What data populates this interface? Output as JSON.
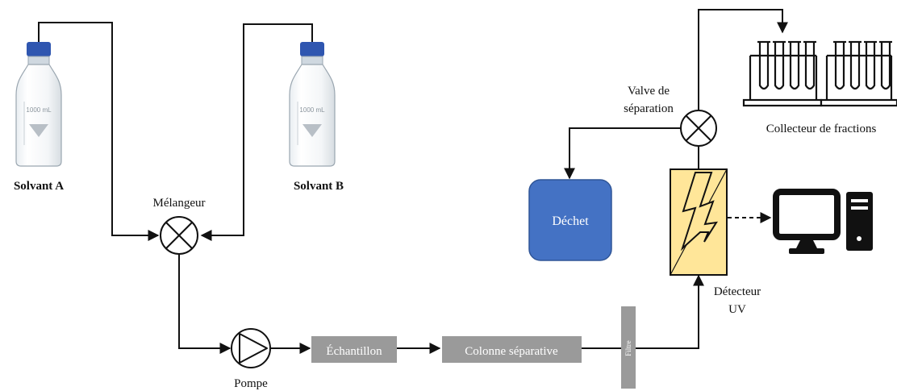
{
  "labels": {
    "solvent_a": "Solvant A",
    "solvent_b": "Solvant B",
    "mixer": "Mélangeur",
    "pump": "Pompe",
    "sample": "Échantillon",
    "column": "Colonne séparative",
    "filter": "Filtre",
    "detector_line1": "Détecteur",
    "detector_line2": "UV",
    "valve_line1": "Valve de",
    "valve_line2": "séparation",
    "waste": "Déchet",
    "collector": "Collecteur de fractions",
    "bottle_volume": "1000 mL"
  },
  "colors": {
    "line": "#111111",
    "gray_box": "#9a9a9a",
    "gray_box_text": "#ffffff",
    "waste_fill": "#4472c4",
    "waste_stroke": "#2f5597",
    "detector_fill": "#ffe699",
    "bottle_cap": "#2f56b0"
  },
  "icons": {
    "computer": "computer-icon",
    "flow_icon": "lightning-bolt-icon"
  }
}
